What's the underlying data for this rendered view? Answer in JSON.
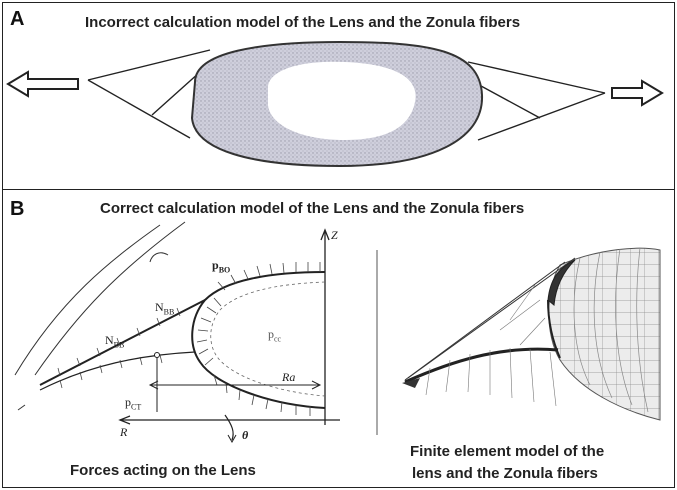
{
  "panel_a": {
    "letter": "A",
    "title": "Incorrect calculation model of the Lens and the Zonula fibers"
  },
  "panel_b": {
    "letter": "B",
    "title": "Correct calculation model of the Lens and the Zonula fibers",
    "left_caption": "Forces acting on the Lens",
    "right_caption_line1": "Finite element model of the",
    "right_caption_line2": "lens and the Zonula fibers",
    "labels": {
      "z_axis": "Z",
      "r_axis": "R",
      "theta": "θ",
      "p_top": "p",
      "p_top_sub": "BO",
      "p_center": "p",
      "p_center_sub": "cc",
      "p_bottom": "p",
      "p_bottom_sub": "CT",
      "n_upper": "N",
      "n_upper_sub": "BB",
      "n_lower": "N",
      "n_lower_sub": "BB",
      "ra": "Ra"
    }
  },
  "colors": {
    "lens_fill": "#c9c9d6",
    "lens_core": "#ffffff",
    "mesh_fill": "#e8e8e8",
    "line": "#222222"
  }
}
